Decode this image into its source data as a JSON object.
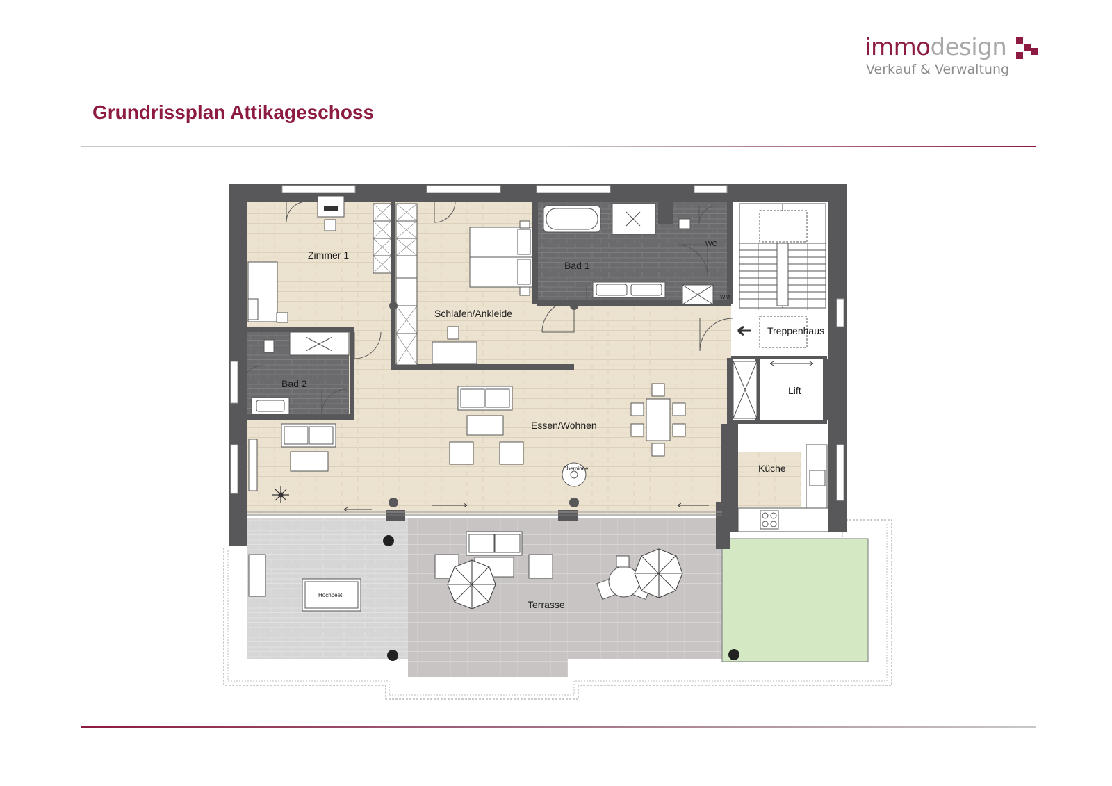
{
  "brand": {
    "name_strong": "immo",
    "name_light": "design",
    "tagline": "Verkauf & Verwaltung",
    "color_primary": "#8c1a43",
    "color_secondary": "#a8a8a8"
  },
  "title": "Grundrissplan Attikageschoss",
  "floorplan": {
    "rooms": {
      "zimmer1": "Zimmer 1",
      "schlafen": "Schlafen/Ankleide",
      "bad1": "Bad 1",
      "wc": "WC",
      "wm": "WM",
      "bad2": "Bad 2",
      "treppenhaus": "Treppenhaus",
      "lift": "Lift",
      "essen": "Essen/Wohnen",
      "kueche": "Küche",
      "terrasse": "Terrasse",
      "hochbeet": "Hochbeet",
      "cheminee": "Cheminée"
    },
    "colors": {
      "wall": "#58585a",
      "wood_floor": "#ece2d0",
      "bath_tile": "#6b6b6d",
      "terrace_left": "#d6d6d6",
      "terrace_main": "#c9c4c4",
      "lawn": "#d5e8c4",
      "exterior": "#ffffff"
    }
  }
}
